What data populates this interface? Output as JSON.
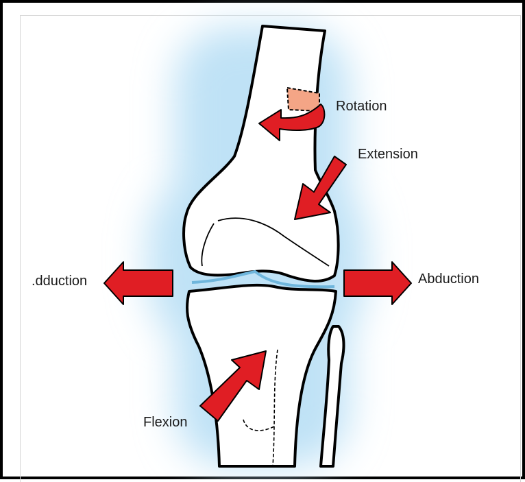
{
  "labels": {
    "rotation": "Rotation",
    "extension": "Extension",
    "adduction": ".dduction",
    "abduction": "Abduction",
    "flexion": "Flexion"
  },
  "colors": {
    "arrow_fill": "#e01e24",
    "outline": "#000000",
    "glow": "#bfe2f6",
    "marker": "#f4a586",
    "bone": "#ffffff",
    "frame": "#000000"
  }
}
